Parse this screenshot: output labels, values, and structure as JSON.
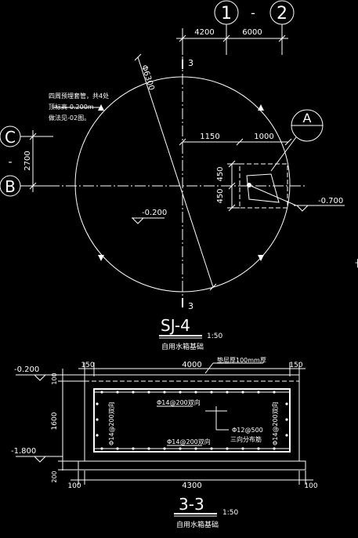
{
  "grid_axes": {
    "axis_1": "1",
    "axis_2": "2",
    "axis_c": "C",
    "axis_b": "B",
    "axis_dash": "-",
    "axis_dash_v": "-"
  },
  "plan": {
    "dim_4200": "4200",
    "dim_6000": "6000",
    "dim_6300": "Φ6300",
    "dim_2700": "2700",
    "dim_1150": "1150",
    "dim_1000": "1000",
    "dim_450_top": "450",
    "dim_450_bottom": "450",
    "section_mark_top": "3",
    "section_mark_bottom": "3",
    "note_line_1": "四周预埋套管，共4处",
    "note_line_2": "顶标高-0.200m",
    "note_line_3": "做法见-02图。",
    "detail_callout": "A",
    "elev_left": "-0.200",
    "elev_right": "-0.700",
    "title": "SJ-4",
    "scale": "1:50",
    "subtitle": "自用水箱基础"
  },
  "section": {
    "elev_top": "-0.200",
    "elev_bottom": "-1.800",
    "dim_150_left": "150",
    "dim_4000": "4000",
    "dim_150_right": "150",
    "cushion_note": "垫层厚100mm厚",
    "dim_100_top": "100",
    "dim_1600": "1600",
    "dim_200": "200",
    "dim_100_left": "100",
    "dim_4300": "4300",
    "dim_100_right": "100",
    "rebar_top": "Φ14@200双向",
    "rebar_bottom": "Φ14@200双向",
    "rebar_left": "Φ14@200双向",
    "rebar_right": "Φ14@200双向",
    "rebar_dist_1": "Φ12@500",
    "rebar_dist_2": "三向分布筋",
    "title": "3-3",
    "scale": "1:50",
    "subtitle": "自用水箱基础"
  }
}
